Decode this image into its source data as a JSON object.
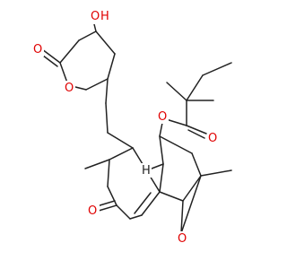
{
  "atoms": {
    "oxygen_lactone_carbonyl": {
      "text": "O",
      "color": "#e00000"
    },
    "hydroxyl": {
      "text": "O",
      "subtext": "H",
      "color": "#e00000"
    },
    "oxygen_lactone_ring": {
      "text": "O",
      "color": "#e00000"
    },
    "oxygen_ester_link": {
      "text": "O",
      "color": "#e00000"
    },
    "oxygen_ester_carbonyl": {
      "text": "O",
      "color": "#e00000"
    },
    "oxygen_ketone": {
      "text": "O",
      "color": "#e00000"
    },
    "oxygen_epoxide": {
      "text": "O",
      "color": "#e00000"
    },
    "hydrogen_ring_fusion": {
      "text": "H",
      "color": "#222222"
    }
  },
  "colors": {
    "bond": "#222222",
    "heteroatom": "#e00000",
    "background": "#ffffff"
  }
}
